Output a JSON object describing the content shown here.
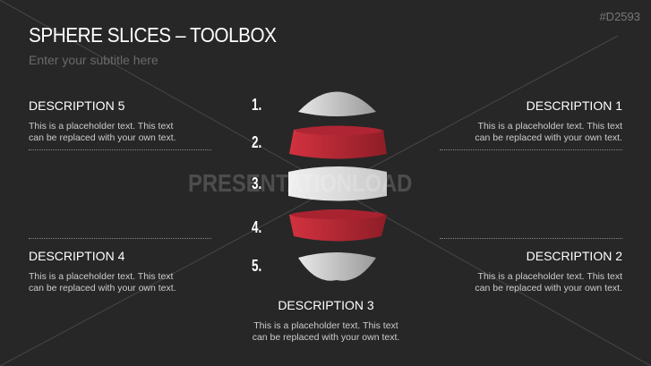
{
  "header": {
    "title": "SPHERE SLICES – TOOLBOX",
    "subtitle": "Enter your subtitle here",
    "code": "#D2593"
  },
  "watermark": "PRESENTATIONLOAD",
  "numbers": [
    "1.",
    "2.",
    "3.",
    "4.",
    "5."
  ],
  "descriptions": [
    {
      "title": "DESCRIPTION 1",
      "text1": "This is a placeholder text. This text",
      "text2": "can be replaced with your own text."
    },
    {
      "title": "DESCRIPTION 2",
      "text1": "This is a placeholder text. This text",
      "text2": "can be replaced with your own text."
    },
    {
      "title": "DESCRIPTION 3",
      "text1": "This is a placeholder text. This text",
      "text2": "can be replaced with your own text."
    },
    {
      "title": "DESCRIPTION 4",
      "text1": "This is a placeholder text. This text",
      "text2": "can be replaced with your own text."
    },
    {
      "title": "DESCRIPTION 5",
      "text1": "This is a placeholder text. This text",
      "text2": "can be replaced with your own text."
    }
  ],
  "colors": {
    "background": "#272727",
    "red": "#c42a3a",
    "silver": "#d8d8d8"
  }
}
